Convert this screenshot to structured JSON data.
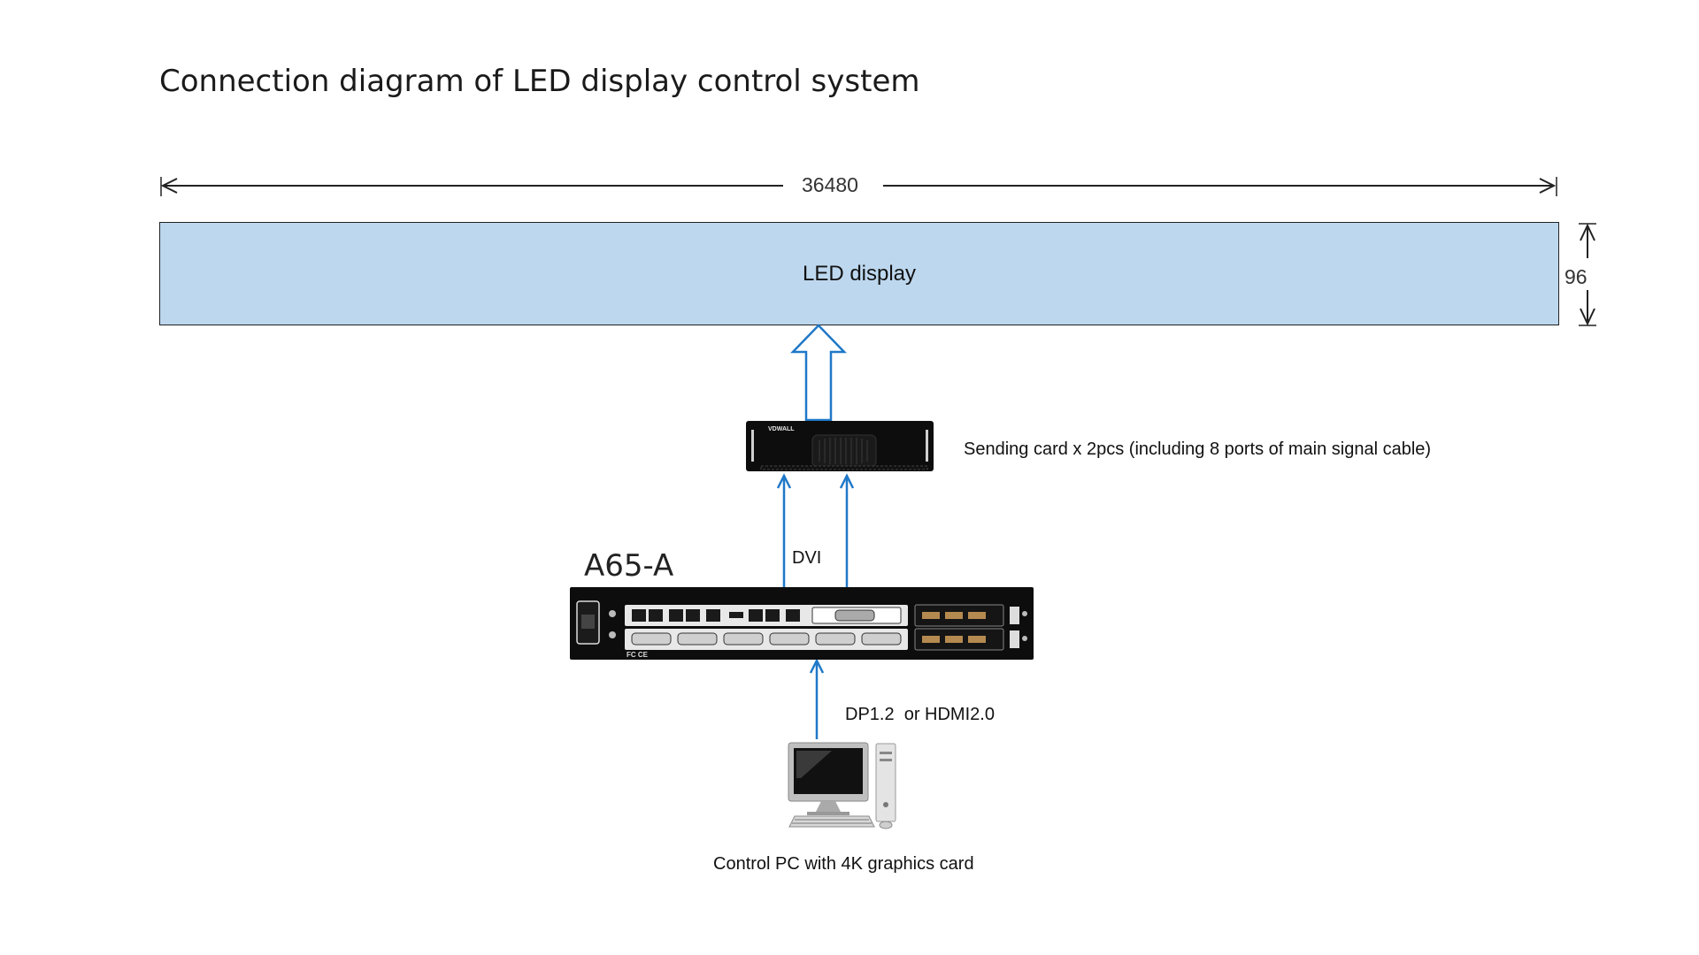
{
  "title": "Connection diagram of LED display control system",
  "dimensions": {
    "width": "36480",
    "height": "96"
  },
  "led_display": {
    "label": "LED display",
    "fill": "#bdd7ee"
  },
  "sending_card": {
    "brand": "VDWALL",
    "label": "Sending card x 2pcs (including 8 ports of main signal cable)"
  },
  "processor": {
    "name": "A65-A",
    "text": "FC CE"
  },
  "connections": {
    "dvi": "DVI",
    "dp_hdmi": "DP1.2  or HDMI2.0"
  },
  "pc": {
    "label": "Control PC with 4K graphics card"
  },
  "colors": {
    "arrow": "#1f78c8",
    "device": "#0d0d0d"
  }
}
